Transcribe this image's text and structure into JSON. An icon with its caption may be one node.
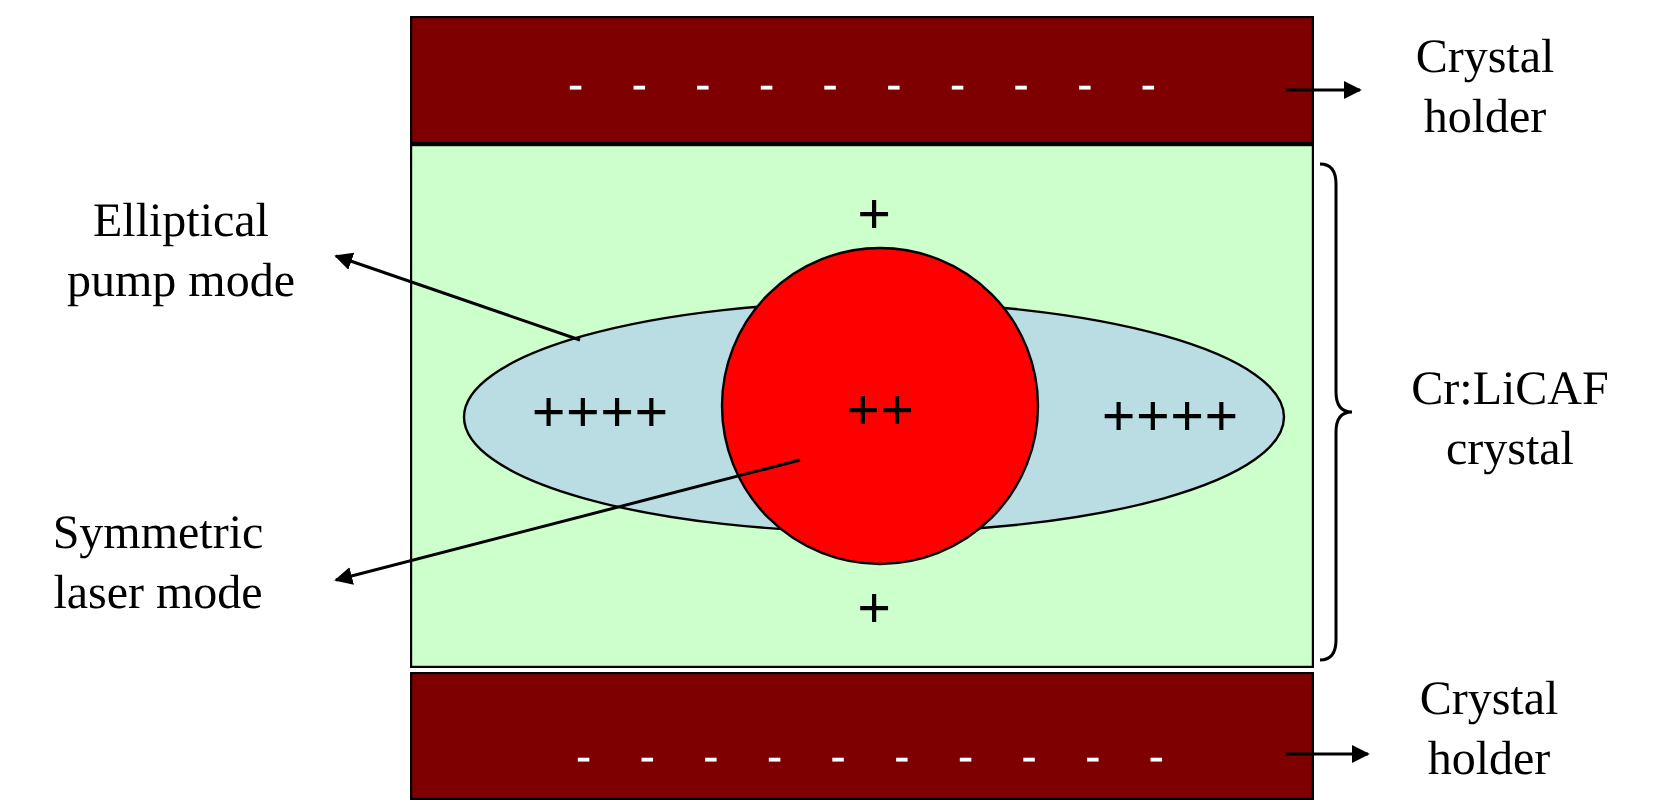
{
  "diagram": {
    "nodes": [
      {
        "text": [
          "- - - - - - - - - -"
        ]
      },
      {
        "text": [
          "+",
          "+"
        ]
      },
      {
        "text": [
          "++++",
          "++++"
        ],
        "in": 1
      },
      {
        "text": [
          "++"
        ],
        "in": 1
      },
      {
        "text": [
          "- - - - - - - - - -"
        ]
      },
      {
        "text": [
          "Crystal holder"
        ]
      },
      {
        "text": [
          "Elliptical pump mode"
        ]
      },
      {
        "text": [
          "Symmetric laser mode"
        ]
      },
      {
        "text": [
          "Crystal holder"
        ]
      }
    ],
    "edges": [
      {
        "from": 0,
        "to": 5,
        "arrow": "to"
      },
      {
        "from": 2,
        "to": 6,
        "arrow": "to"
      },
      {
        "from": 3,
        "to": 7,
        "arrow": "to"
      },
      {
        "from": 4,
        "to": 8,
        "arrow": "to"
      }
    ],
    "labels": [
      "Cr:LiCAF crystal"
    ]
  }
}
